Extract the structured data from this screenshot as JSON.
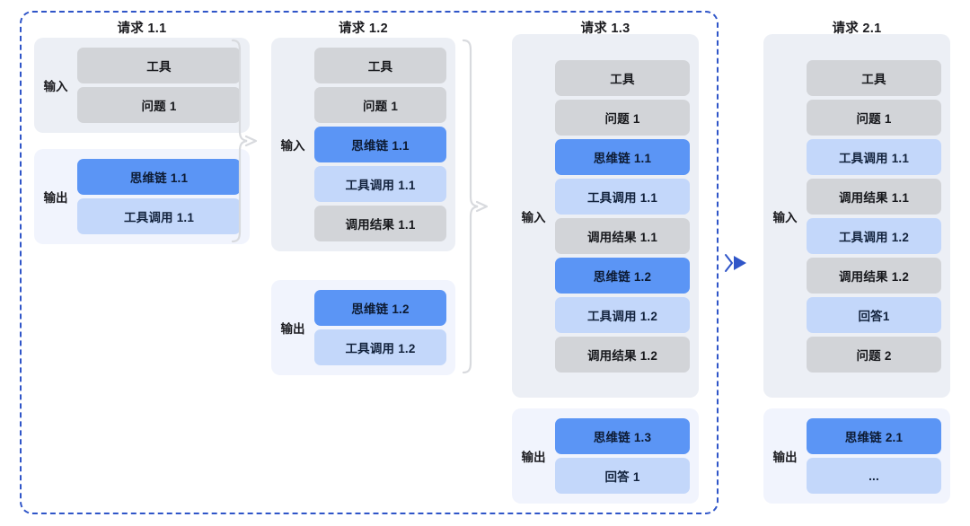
{
  "diagram": {
    "group_label": "requests-1-x-dashed-group",
    "colors": {
      "dashed_border": "#2f55c8",
      "input_panel_bg": "#eceff5",
      "output_panel_bg": "#f1f4fd",
      "chip_gray": "#d2d4d8",
      "chip_blue": "#5b95f5",
      "chip_light_blue": "#c3d7fa",
      "connector_gray": "#d8dade",
      "arrow_blue": "#2f55c8"
    },
    "labels": {
      "input": "输入",
      "output": "输出"
    },
    "columns": [
      {
        "id": "request-1-1",
        "title": "请求 1.1",
        "input": {
          "label": "输入",
          "chips": [
            {
              "text": "工具",
              "style": "gray"
            },
            {
              "text": "问题 1",
              "style": "gray"
            }
          ]
        },
        "output": {
          "label": "输出",
          "chips": [
            {
              "text": "思维链 1.1",
              "style": "blue"
            },
            {
              "text": "工具调用 1.1",
              "style": "lightblue"
            }
          ]
        }
      },
      {
        "id": "request-1-2",
        "title": "请求 1.2",
        "input": {
          "label": "输入",
          "chips": [
            {
              "text": "工具",
              "style": "gray"
            },
            {
              "text": "问题 1",
              "style": "gray"
            },
            {
              "text": "思维链 1.1",
              "style": "blue"
            },
            {
              "text": "工具调用 1.1",
              "style": "lightblue"
            },
            {
              "text": "调用结果 1.1",
              "style": "gray"
            }
          ]
        },
        "output": {
          "label": "输出",
          "chips": [
            {
              "text": "思维链 1.2",
              "style": "blue"
            },
            {
              "text": "工具调用 1.2",
              "style": "lightblue"
            }
          ]
        }
      },
      {
        "id": "request-1-3",
        "title": "请求 1.3",
        "input": {
          "label": "输入",
          "chips": [
            {
              "text": "工具",
              "style": "gray"
            },
            {
              "text": "问题 1",
              "style": "gray"
            },
            {
              "text": "思维链 1.1",
              "style": "blue"
            },
            {
              "text": "工具调用 1.1",
              "style": "lightblue"
            },
            {
              "text": "调用结果 1.1",
              "style": "gray"
            },
            {
              "text": "思维链 1.2",
              "style": "blue"
            },
            {
              "text": "工具调用 1.2",
              "style": "lightblue"
            },
            {
              "text": "调用结果 1.2",
              "style": "gray"
            }
          ]
        },
        "output": {
          "label": "输出",
          "chips": [
            {
              "text": "思维链 1.3",
              "style": "blue"
            },
            {
              "text": "回答 1",
              "style": "lightblue"
            }
          ]
        }
      },
      {
        "id": "request-2-1",
        "title": "请求 2.1",
        "input": {
          "label": "输入",
          "chips": [
            {
              "text": "工具",
              "style": "gray"
            },
            {
              "text": "问题 1",
              "style": "gray"
            },
            {
              "text": "工具调用 1.1",
              "style": "lightblue"
            },
            {
              "text": "调用结果 1.1",
              "style": "gray"
            },
            {
              "text": "工具调用 1.2",
              "style": "lightblue"
            },
            {
              "text": "调用结果 1.2",
              "style": "gray"
            },
            {
              "text": "回答1",
              "style": "lightblue"
            },
            {
              "text": "问题 2",
              "style": "gray"
            }
          ]
        },
        "output": {
          "label": "输出",
          "chips": [
            {
              "text": "思维链 2.1",
              "style": "blue"
            },
            {
              "text": "...",
              "style": "lightblue"
            }
          ]
        }
      }
    ],
    "connectors": [
      {
        "id": "brace-1-to-2",
        "kind": "curly-brace-arrow",
        "from": "request-1-1",
        "to": "request-1-2"
      },
      {
        "id": "brace-2-to-3",
        "kind": "curly-brace-arrow",
        "from": "request-1-2",
        "to": "request-1-3"
      },
      {
        "id": "arrow-3-to-2-1",
        "kind": "solid-triangle-arrow",
        "from": "request-1-3",
        "to": "request-2-1"
      }
    ]
  }
}
